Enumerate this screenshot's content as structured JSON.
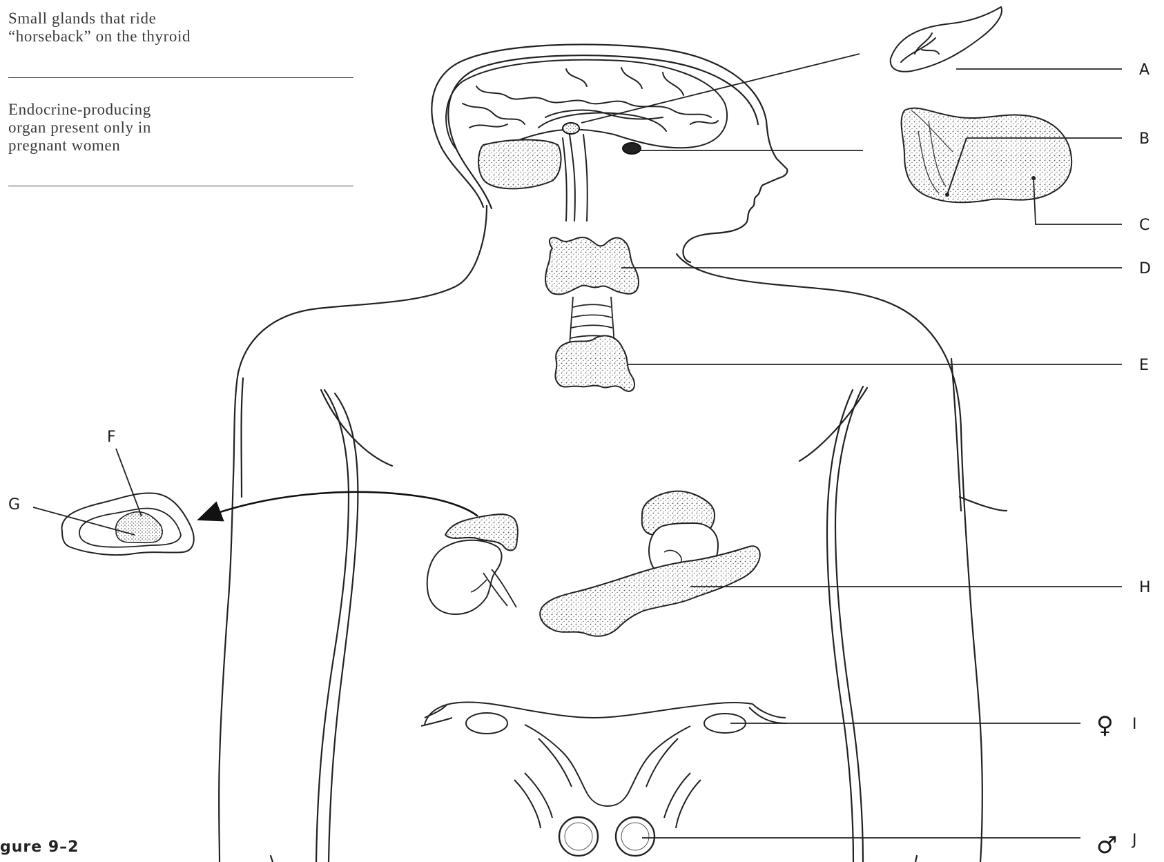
{
  "questions": [
    {
      "text_lines": [
        "Small glands that ride",
        "“horseback” on the thyroid"
      ]
    },
    {
      "text_lines": [
        "Endocrine-producing",
        "organ present only in",
        "pregnant women"
      ]
    }
  ],
  "figure_caption": "gure 9–2",
  "labels": {
    "A": "A",
    "B": "B",
    "C": "C",
    "D": "D",
    "E": "E",
    "F": "F",
    "G": "G",
    "H": "H",
    "I": "I",
    "J": "J"
  },
  "symbols": {
    "female": "♀",
    "male": "♂"
  },
  "colors": {
    "ink": "#222222",
    "stipple": "#555555",
    "background": "#ffffff"
  }
}
